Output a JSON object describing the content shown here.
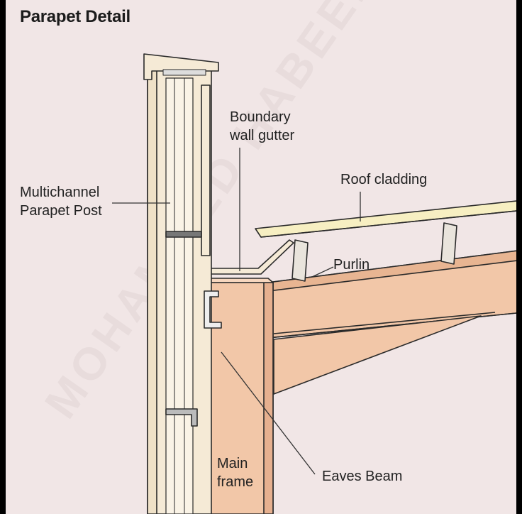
{
  "title": "Parapet Detail",
  "labels": {
    "boundary_gutter_1": "Boundary",
    "boundary_gutter_2": "wall gutter",
    "parapet_post_1": "Multichannel",
    "parapet_post_2": "Parapet Post",
    "roof_cladding": "Roof cladding",
    "purlin": "Purlin",
    "main_frame_1": "Main",
    "main_frame_2": "frame",
    "eaves_beam": "Eaves Beam"
  },
  "watermark": "MOHAMMED HABEEB",
  "colors": {
    "background": "#f1e6e6",
    "steel": "#f2c7a8",
    "steel_dark": "#d9a383",
    "post": "#f5ead6",
    "outline": "#2a2a2a"
  }
}
